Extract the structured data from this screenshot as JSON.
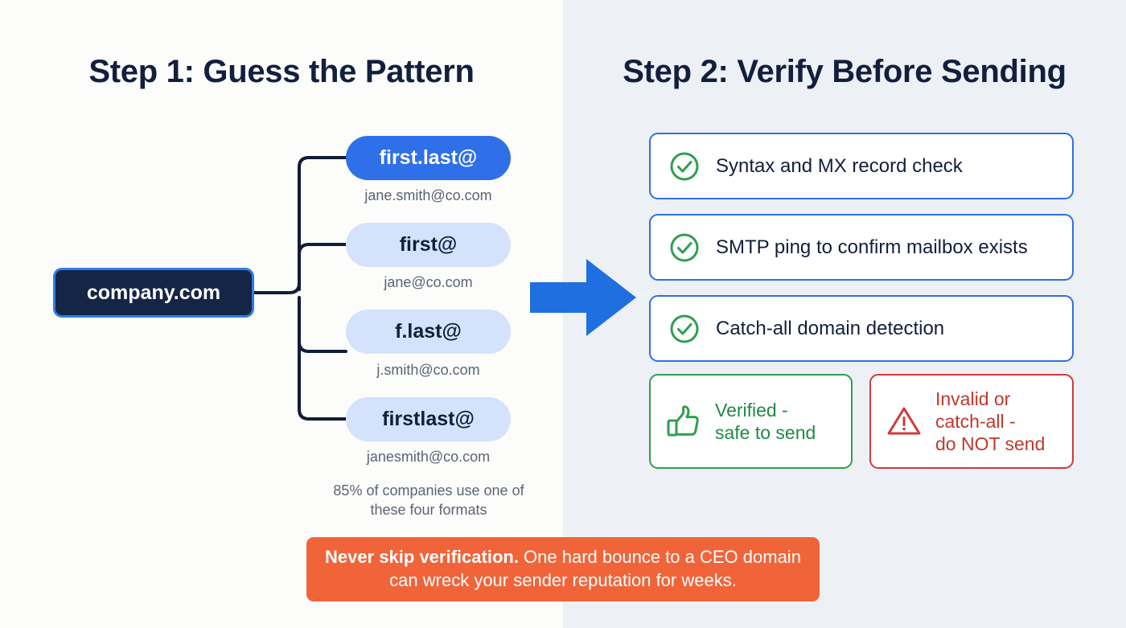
{
  "panels": {
    "left_heading": "Step 1: Guess the Pattern",
    "right_heading": "Step 2: Verify Before Sending"
  },
  "tree": {
    "root_label": "company.com",
    "branches": [
      {
        "pattern": "first.last@",
        "example": "jane.smith@co.com",
        "style": "primary"
      },
      {
        "pattern": "first@",
        "example": "jane@co.com",
        "style": "soft"
      },
      {
        "pattern": "f.last@",
        "example": "j.smith@co.com",
        "style": "soft"
      },
      {
        "pattern": "firstlast@",
        "example": "janesmith@co.com",
        "style": "soft"
      }
    ],
    "caption": "85% of companies use one of these four formats"
  },
  "arrow": {
    "icon": "arrow-right-icon",
    "color": "#1f6fe0"
  },
  "verification": {
    "checks": [
      {
        "icon": "circle-check-icon",
        "label": "Syntax and MX record check"
      },
      {
        "icon": "circle-check-icon",
        "label": "SMTP ping to confirm mailbox exists"
      },
      {
        "icon": "circle-check-icon",
        "label": "Catch-all domain detection"
      }
    ],
    "verdicts": [
      {
        "icon": "thumbs-up-icon",
        "label": "Verified -\nsafe to send",
        "color": "#1f8a46"
      },
      {
        "icon": "warning-triangle-icon",
        "label": "Invalid or\ncatch-all -\ndo NOT send",
        "color": "#c0392b"
      }
    ]
  },
  "banner": {
    "bold_text": "Never skip verification.",
    "rest_text": " One hard bounce to a CEO domain can wreck your sender reputation for weeks.",
    "color": "#f1643a"
  },
  "colors": {
    "navy": "#121f3d",
    "blue": "#2f6fe8",
    "pale_blue": "#d4e3fb",
    "green": "#2f9e4f",
    "red": "#cf3b3b",
    "orange": "#f1643a"
  }
}
